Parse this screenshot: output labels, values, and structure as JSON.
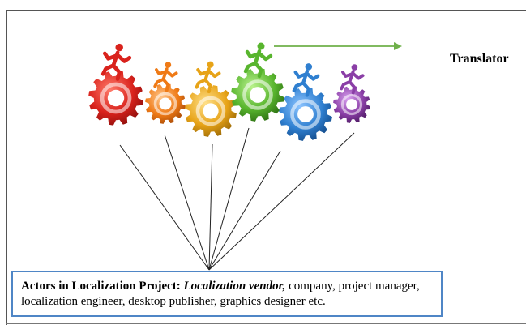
{
  "diagram": {
    "translator_label": "Translator",
    "actors": {
      "heading": "Actors in Localization Project:",
      "vendor": "Localization vendor,",
      "rest": "company, project manager, localization engineer, desktop publisher, graphics designer etc."
    },
    "colors": {
      "red": "#d9221c",
      "orange": "#ef7a16",
      "gold": "#e7a317",
      "green": "#58b52e",
      "blue": "#2f7fd0",
      "purple": "#8a3ea6",
      "arrow": "#6fb04a",
      "box_border": "#4f86c6"
    },
    "icons": [
      "gear-icon",
      "running-man-icon",
      "arrow-right-icon"
    ]
  }
}
